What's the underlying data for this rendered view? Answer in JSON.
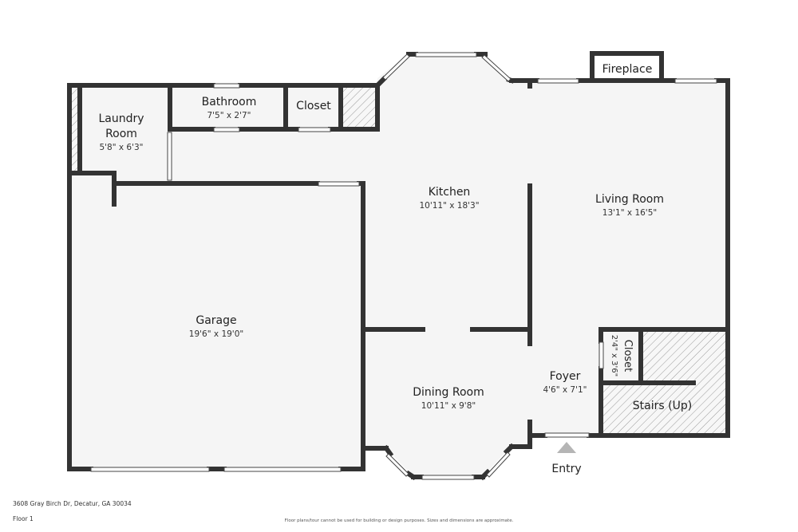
{
  "rooms": {
    "laundry": {
      "name_line1": "Laundry",
      "name_line2": "Room",
      "dims": "5'8\" x 6'3\""
    },
    "bathroom": {
      "name": "Bathroom",
      "dims": "7'5\" x 2'7\""
    },
    "closet_top": {
      "name": "Closet"
    },
    "fireplace": {
      "name": "Fireplace"
    },
    "kitchen": {
      "name": "Kitchen",
      "dims": "10'11\" x 18'3\""
    },
    "living": {
      "name": "Living Room",
      "dims": "13'1\" x 16'5\""
    },
    "garage": {
      "name": "Garage",
      "dims": "19'6\" x 19'0\""
    },
    "dining": {
      "name": "Dining Room",
      "dims": "10'11\" x 9'8\""
    },
    "foyer": {
      "name": "Foyer",
      "dims": "4'6\" x 7'1\""
    },
    "closet_small": {
      "name": "Closet",
      "dims": "2'4\" x 3'6\""
    },
    "stairs": {
      "name": "Stairs (Up)"
    }
  },
  "entry_label": "Entry",
  "footer": {
    "address": "3608 Gray Birch Dr, Decatur, GA 30034",
    "floor": "Floor 1",
    "disclaimer": "Floor plans/tour cannot be used for building or design purposes. Sizes and dimensions are approximate."
  },
  "colors": {
    "wall": "#333333",
    "floor": "#f5f5f5",
    "hatch": "#9a9a9a",
    "entry_arrow": "#b5b5b5"
  }
}
